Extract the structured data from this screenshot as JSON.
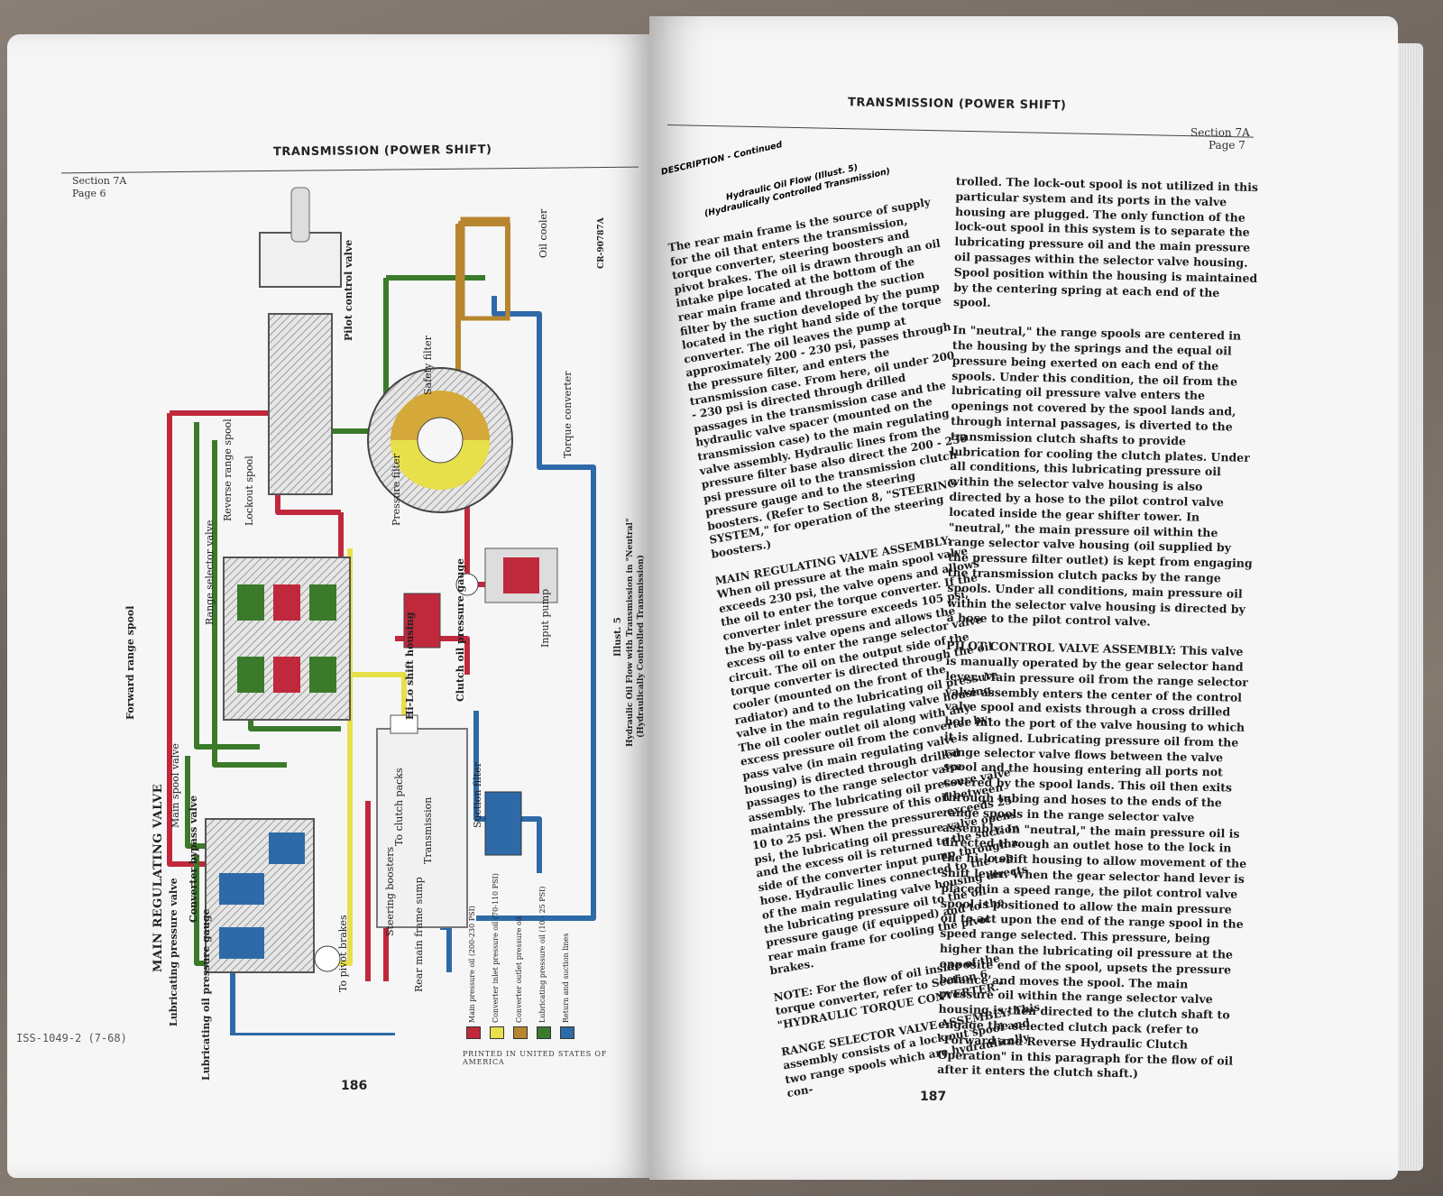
{
  "left_page": {
    "header": "TRANSMISSION (POWER SHIFT)",
    "section": "Section 7A",
    "page": "Page 6",
    "footer_code": "ISS-1049-2  (7-68)",
    "printed": "PRINTED IN UNITED STATES OF AMERICA",
    "page_number": "186",
    "illus_code": "CR-90787A",
    "illus_caption": "Illust. 5",
    "illus_title": "Hydraulic Oil Flow with Transmission in \"Neutral\"",
    "illus_subtitle": "(Hydraulically Controlled Transmission)",
    "labels": {
      "oil_cooler": "Oil cooler",
      "pilot_control_valve": "Pilot control valve",
      "safety_filter": "Safety filter",
      "torque_converter": "Torque converter",
      "reverse_range_spool": "Reverse range spool",
      "lockout_spool": "Lockout spool",
      "range_selector_valve": "Range selector valve",
      "pressure_filter": "Pressure filter",
      "forward_range_spool": "Forward range spool",
      "clutch_oil_pressure_gauge": "Clutch oil pressure gauge",
      "input_pump": "Input pump",
      "hi_lo_shift_housing": "Hi-Lo shift housing",
      "to_clutch_packs": "To clutch packs",
      "transmission": "Transmission",
      "suction_filter": "Suction filter",
      "main_regulating_valve": "MAIN REGULATING VALVE",
      "main_spool_valve": "Main spool valve",
      "converter_bypass_valve": "Converter bypass valve",
      "lubricating_pressure_valve": "Lubricating pressure valve",
      "steering_boosters": "Steering boosters",
      "to_pivot_brakes": "To pivot brakes",
      "rear_main_frame_sump": "Rear main frame sump",
      "lubricating_oil_pressure_gauge": "Lubricating oil pressure gauge"
    },
    "legend": [
      {
        "label": "Main pressure oil (200-230 PSI)",
        "color": "#c0283c"
      },
      {
        "label": "Converter inlet pressure oil (70-110 PSI)",
        "color": "#e8e04a"
      },
      {
        "label": "Converter outlet pressure oil",
        "color": "#b8862e"
      },
      {
        "label": "Lubricating pressure oil (10 - 25 PSI)",
        "color": "#3a7a2a"
      },
      {
        "label": "Return and suction lines",
        "color": "#2e6aa8"
      }
    ]
  },
  "right_page": {
    "header": "TRANSMISSION (POWER SHIFT)",
    "section": "Section 7A",
    "page": "Page 7",
    "page_number": "187",
    "continued": "DESCRIPTION - Continued",
    "sub1": "Hydraulic Oil Flow (Illust. 5)",
    "sub2": "(Hydraulically Controlled Transmission)",
    "col1": [
      "The rear main frame is the source of supply for the oil that enters the transmission, torque converter, steering boosters and pivot brakes. The oil is drawn through an oil intake pipe located at the bottom of the rear main frame and through the suction filter by the suction developed by the pump located in the right hand side of the torque converter. The oil leaves the pump at approximately 200 - 230 psi, passes through the pressure filter, and enters the transmission case. From here, oil under 200 - 230 psi is directed through drilled passages in the transmission case and the hydraulic valve spacer (mounted on the transmission case) to the main regulating valve assembly. Hydraulic lines from the pressure filter base also direct the 200 - 230 psi pressure oil to the transmission clutch pressure gauge and to the steering boosters. (Refer to Section 8, \"STEERING SYSTEM,\" for operation of the steering boosters.)",
      "MAIN REGULATING VALVE ASSEMBLY: When oil pressure at the main spool valve exceeds 230 psi, the valve opens and allows the oil to enter the torque converter. If the converter inlet pressure exceeds 105 psi, the by-pass valve opens and allows the excess oil to enter the range selector valve circuit. The oil on the output side of the torque converter is directed through the oil cooler (mounted on the front of the radiator) and to the lubricating oil pressure valve in the main regulating valve housing. The oil cooler outlet oil along with any excess pressure oil from the converter by-pass valve (in main regulating valve housing) is directed through drilled passages to the range selector valve assembly. The lubricating oil pressure valve maintains the pressure of this oil between 10 to 25 psi. When the pressure exceeds 25 psi, the lubricating oil pressure valve opens and the excess oil is returned to the suction side of the converter input pump through a hose. Hydraulic lines connected to the top of the main regulating valve housing directs the lubricating pressure oil to the oil pressure gauge (if equipped) and to the rear main frame for cooling the pivot brakes.",
      "NOTE: For the flow of oil inside of the torque converter, refer to Section 6, \"HYDRAULIC TORQUE CONVERTER.\"",
      "RANGE SELECTOR VALVE ASSEMBLY: This assembly consists of a lock-out spool and two range spools which are hydraulically con-"
    ],
    "col2": [
      "trolled. The lock-out spool is not utilized in this particular system and its ports in the valve housing are plugged. The only function of the lock-out spool in this system is to separate the lubricating pressure oil and the main pressure oil passages within the selector valve housing. Spool position within the housing is maintained by the centering spring at each end of the spool.",
      "In \"neutral,\" the range spools are centered in the housing by the springs and the equal oil pressure being exerted on each end of the spools. Under this condition, the oil from the lubricating oil pressure valve enters the openings not covered by the spool lands and, through internal passages, is diverted to the transmission clutch shafts to provide lubrication for cooling the clutch plates. Under all conditions, this lubricating pressure oil within the selector valve housing is also directed by a hose to the pilot control valve located inside the gear shifter tower. In \"neutral,\" the main pressure oil within the range selector valve housing (oil supplied by the pressure filter outlet) is kept from engaging the transmission clutch packs by the range spools. Under all conditions, main pressure oil within the selector valve housing is directed by a hose to the pilot control valve.",
      "PILOT CONTROL VALVE ASSEMBLY: This valve is manually operated by the gear selector hand lever. Main pressure oil from the range selector valve assembly enters the center of the control valve spool and exists through a cross drilled hole into the port of the valve housing to which it is aligned. Lubricating pressure oil from the range selector valve flows between the valve spool and the housing entering all ports not covered by the spool lands. This oil then exits through tubing and hoses to the ends of the range spools in the range selector valve assembly. In \"neutral,\" the main pressure oil is directed through an outlet hose to the lock in the hi-lo shift housing to allow movement of the shift lever. When the gear selector hand lever is placed in a speed range, the pilot control valve spool is positioned to allow the main pressure oil to act upon the end of the range spool in the speed range selected. This pressure, being higher than the lubricating oil pressure at the opposite end of the spool, upsets the pressure balance and moves the spool. The main pressure oil within the range selector valve housing is then directed to the clutch shaft to engage the selected clutch pack (refer to \"Forward and Reverse Hydraulic Clutch Operation\" in this paragraph for the flow of oil after it enters the clutch shaft.)"
    ]
  }
}
